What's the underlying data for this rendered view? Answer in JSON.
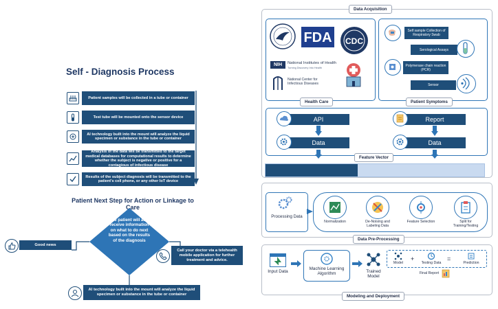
{
  "left": {
    "title": "Self - Diagnosis Process",
    "steps": [
      {
        "text": "Patient samples  will be collected in a tube or container",
        "icon": "tube-rack-icon"
      },
      {
        "text": "Test tube will be mounted onto the sensor device",
        "icon": "test-tube-icon"
      },
      {
        "text": "AI technology built into the mount will analyze the liquid specimen or substance in the tube or container",
        "icon": "brain-chip-icon"
      },
      {
        "text": "Analysis of the data will be transmitted to the target medical databases for computational results to determine whether the subject is negative or positive for a contagious of infectious disease",
        "icon": "analytics-icon"
      },
      {
        "text": "Results of the subject diagnosis will be transmitted to the patient's cell phone, or any other IoT device",
        "icon": "checklist-icon"
      }
    ],
    "subtitle": "Patient Next Step for Action or Linkage to Care",
    "diamond": "The patient will also receive information on what to do next based on the results of the diagnosis",
    "good_news": "Good news",
    "call_doctor": "Call your doctor via a telehealth mobile application for further treatment and advice.",
    "bottom": "AI technology built into the mount will analyze the liquid specimen or substance in the tube or container"
  },
  "right": {
    "data_acquisition": "Data Acquisition",
    "health_care": "Health Care",
    "patient_symptoms": "Patient Symptoms",
    "logos": {
      "fda": "FDA",
      "cdc": "CDC",
      "nih": "NIH",
      "nih_name": "National Institutes of Health",
      "nih_tag": "Turning Discovery Into Health",
      "ncid": "National Center for Infectious Diseases"
    },
    "symptoms": [
      "Self sample Collection of Respiratory Swab",
      "Serological Assays",
      "Polymerase chain reaction (PCR)",
      "Sensor"
    ],
    "api": "API",
    "report": "Report",
    "data_left": "Data",
    "data_right": "Data",
    "feature_vector": "Feature Vector",
    "feature_progress": 0.42,
    "processing_data": "Processing Data",
    "pipeline": [
      "Normalization",
      "De-Noising and Labeling Data",
      "Feature Selection",
      "Split for Training/Testing"
    ],
    "data_preprocessing": "Data Pre-Processing",
    "input_data": "Input Data",
    "ml_algorithm": "Machine Learning Algorithm",
    "trained_model": "Trained Model",
    "model": "Model",
    "plus": "+",
    "testing_data": "Testing Data",
    "equals": "=",
    "prediction": "Prediction",
    "final_report": "Final Report",
    "modeling": "Modeling and Deployment"
  },
  "colors": {
    "navy": "#1f4e79",
    "blue": "#2e75b6",
    "light": "#d6e4f5"
  }
}
